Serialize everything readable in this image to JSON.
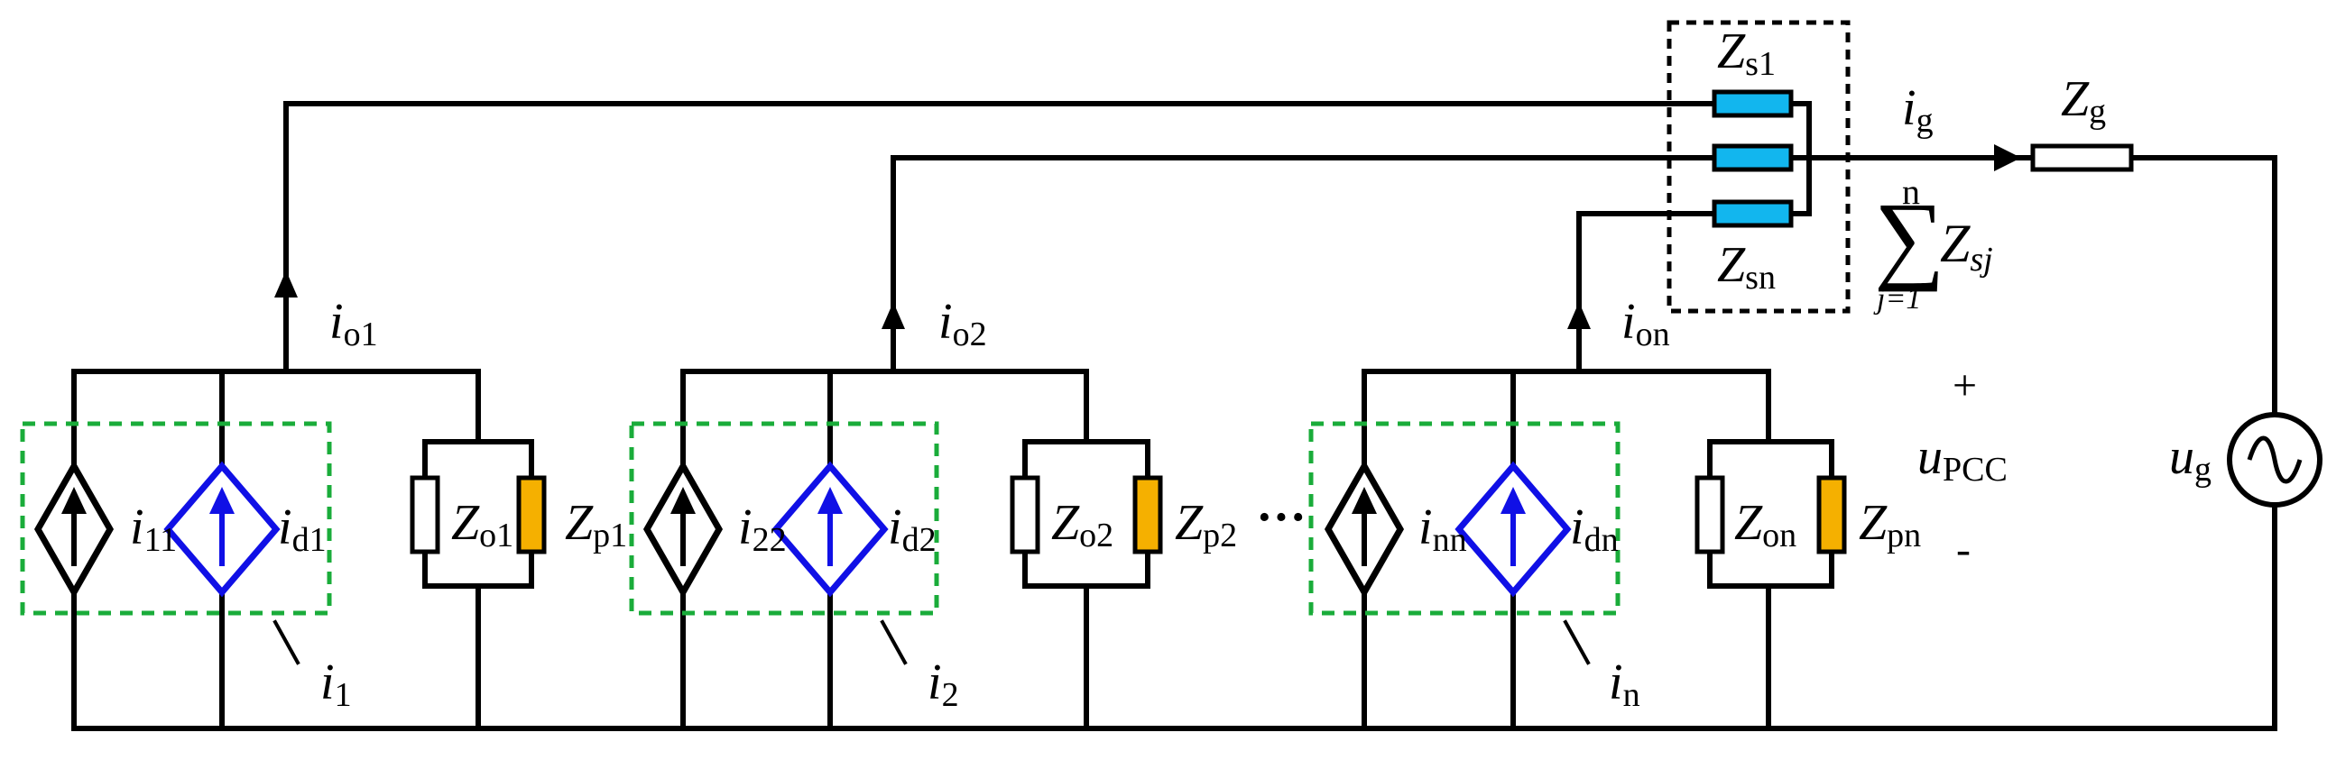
{
  "colors": {
    "wire": "#000000",
    "dependent_source_black": "#000000",
    "dependent_source_blue": "#1010e6",
    "group_box": "#1aac3a",
    "resistor_white": "#ffffff",
    "resistor_yellow": "#f5b000",
    "resistor_blue": "#12b6ee"
  },
  "units": [
    {
      "source_var": "i",
      "source_sub": "11",
      "dsource_var": "i",
      "dsource_sub": "d1",
      "zo_var": "Z",
      "zo_sub": "o1",
      "zp_var": "Z",
      "zp_sub": "p1",
      "group_var": "i",
      "group_sub": "1",
      "out_var": "i",
      "out_sub": "o1"
    },
    {
      "source_var": "i",
      "source_sub": "22",
      "dsource_var": "i",
      "dsource_sub": "d2",
      "zo_var": "Z",
      "zo_sub": "o2",
      "zp_var": "Z",
      "zp_sub": "p2",
      "group_var": "i",
      "group_sub": "2",
      "out_var": "i",
      "out_sub": "o2"
    },
    {
      "source_var": "i",
      "source_sub": "nn",
      "dsource_var": "i",
      "dsource_sub": "dn",
      "zo_var": "Z",
      "zo_sub": "on",
      "zp_var": "Z",
      "zp_sub": "pn",
      "group_var": "i",
      "group_sub": "n",
      "out_var": "i",
      "out_sub": "on"
    }
  ],
  "ellipsis": "···",
  "line_impedances": {
    "top_var": "Z",
    "top_sub": "s1",
    "bottom_var": "Z",
    "bottom_sub": "sn"
  },
  "sum": {
    "symbol": "∑",
    "upper": "n",
    "lower": "j=1",
    "var": "Z",
    "sub": "sj"
  },
  "grid_current": {
    "var": "i",
    "sub": "g"
  },
  "grid_impedance": {
    "var": "Z",
    "sub": "g"
  },
  "pcc_voltage": {
    "var": "u",
    "sub": "PCC",
    "plus": "+",
    "minus": "-"
  },
  "grid_source": {
    "var": "u",
    "sub": "g"
  }
}
